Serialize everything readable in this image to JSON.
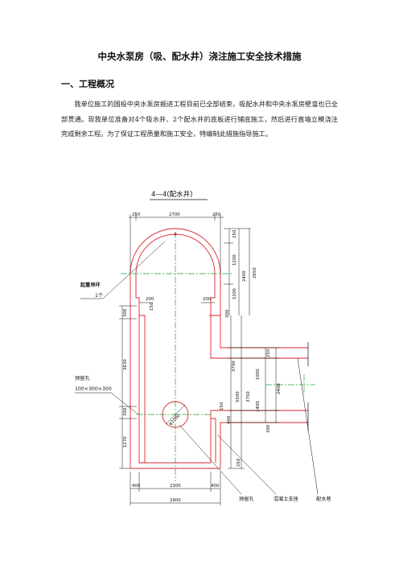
{
  "document": {
    "title": "中央水泵房（吸、配水井）浇注施工安全技术措施",
    "section_heading": "一、工程概况",
    "paragraph": "我单位施工的国投中央水泵房掘进工程目前已全部结束，吸配水井和中央水泵房壁龛也已全部贯通。现我单位准备对4个吸水井、2个配水井的底板进行铺底施工，然后进行直墙立模浇注完成剩余工程。为了保证工程质量和施工安全，特编制此措施指导施工。"
  },
  "drawing": {
    "title": "4—4(配水井)",
    "labels": {
      "hook_ring": "起重吊环",
      "hook_count": "1个",
      "reserved_hole": "预留孔",
      "reserved_hole_size": "100×300×300",
      "bottom_hole": "预留孔",
      "concrete_support": "混凝土支座",
      "water_lane": "配水巷"
    },
    "dimensions": {
      "top_left": "250",
      "top_mid": "2700",
      "top_right": "250",
      "right_arch_250": "250",
      "right_arch_1200": "1200",
      "right_2400": "2400",
      "right_2650": "2650",
      "inner_200_left": "200",
      "inner_200_right": "200",
      "inner_150": "150",
      "inner_1200": "1200",
      "right_300": "300",
      "left_300_top": "300",
      "left_3630": "3630",
      "left_300_mid": "300",
      "left_1270": "1270",
      "right_3700": "3700",
      "right_250": "250",
      "right_1000": "1000",
      "right_5500": "5500",
      "right_3750": "3750",
      "right_2400b": "2400",
      "right_1400": "1400",
      "right_150": "150",
      "right_400": "400",
      "right_300b": "300",
      "right_250b": "250",
      "bottom_400_left": "400",
      "bottom_2300": "2300",
      "bottom_400_right": "400",
      "bottom_2900": "2900",
      "circle_dia": "φ1000"
    },
    "colors": {
      "wall_line": "#d9262b",
      "center_line": "#22a33a",
      "dim_line": "#111111"
    }
  }
}
